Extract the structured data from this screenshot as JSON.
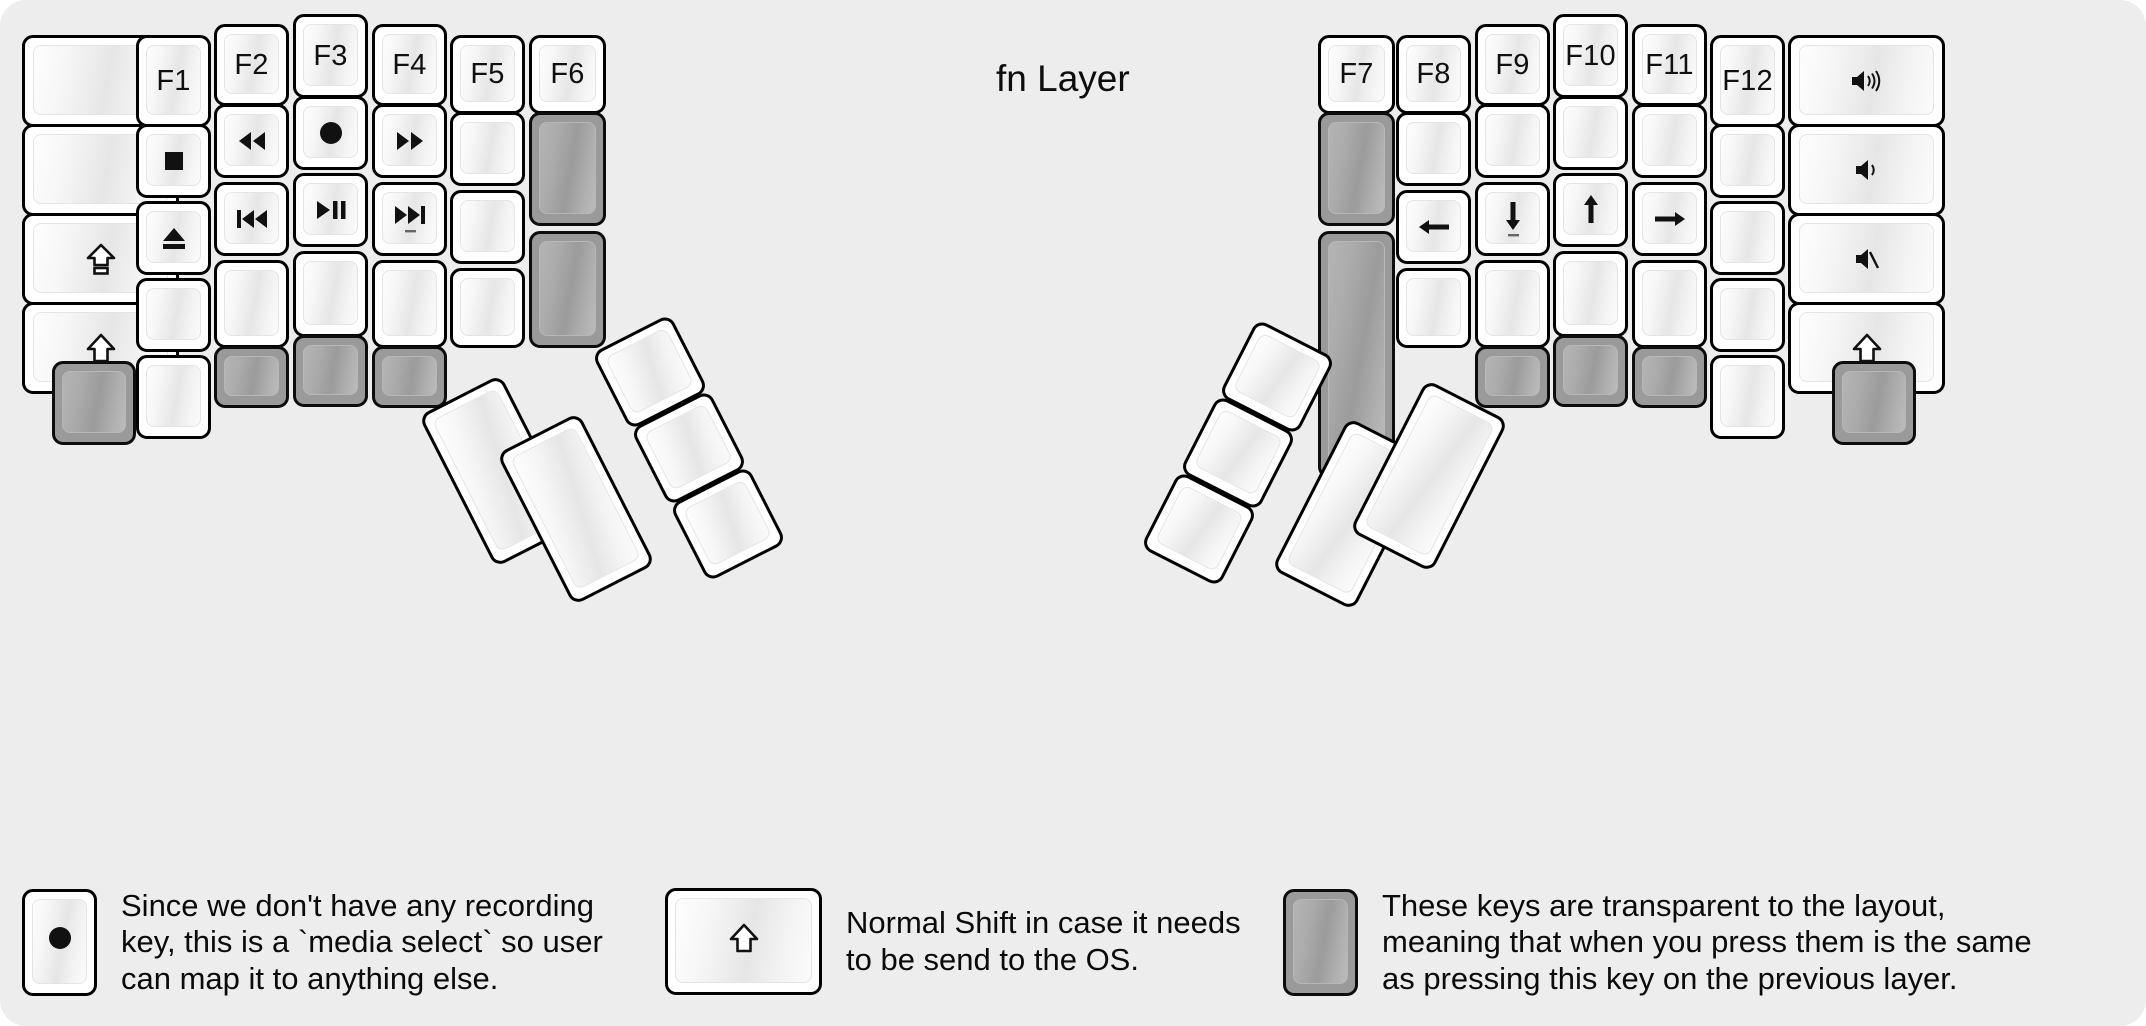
{
  "page": {
    "title": "fn Layer",
    "background_color": "#ededed",
    "key_face_color": "#ffffff",
    "transparent_key_color": "#9a9a9a",
    "outline_color": "#000000"
  },
  "left_half": {
    "columns": [
      {
        "name": "col-pinky-outer",
        "width_units": 1.5,
        "keys": [
          {
            "name": "key-blank-r1c1",
            "label": "",
            "icon": "",
            "transparent": false,
            "height_units": 1
          },
          {
            "name": "key-blank-r2c1",
            "label": "",
            "icon": "",
            "transparent": false,
            "height_units": 1
          },
          {
            "name": "key-capslock",
            "label": "",
            "icon": "caps-lock-icon",
            "transparent": false,
            "height_units": 1
          },
          {
            "name": "key-shift-left",
            "label": "",
            "icon": "shift-icon",
            "transparent": false,
            "height_units": 1
          }
        ]
      },
      {
        "name": "col-pinky",
        "keys": [
          {
            "name": "key-f1",
            "label": "F1",
            "icon": "",
            "transparent": false
          },
          {
            "name": "key-media-stop",
            "label": "",
            "icon": "media-stop-icon",
            "transparent": false
          },
          {
            "name": "key-media-eject",
            "label": "",
            "icon": "media-eject-icon",
            "transparent": false
          },
          {
            "name": "key-blank-r4c2",
            "label": "",
            "icon": "",
            "transparent": false
          },
          {
            "name": "key-blank-r5c2",
            "label": "",
            "icon": "",
            "transparent": false
          }
        ]
      },
      {
        "name": "col-ring",
        "keys": [
          {
            "name": "key-f2",
            "label": "F2",
            "icon": "",
            "transparent": false
          },
          {
            "name": "key-media-rewind",
            "label": "",
            "icon": "media-rewind-icon",
            "transparent": false
          },
          {
            "name": "key-media-previous",
            "label": "",
            "icon": "media-previous-icon",
            "transparent": false
          },
          {
            "name": "key-blank-r4c3",
            "label": "",
            "icon": "",
            "transparent": false
          },
          {
            "name": "key-transparent-r5c3",
            "label": "",
            "icon": "",
            "transparent": true
          }
        ]
      },
      {
        "name": "col-middle",
        "keys": [
          {
            "name": "key-f3",
            "label": "F3",
            "icon": "",
            "transparent": false
          },
          {
            "name": "key-media-record",
            "label": "",
            "icon": "media-record-icon",
            "transparent": false
          },
          {
            "name": "key-media-playpause",
            "label": "",
            "icon": "media-play-pause-icon",
            "transparent": false
          },
          {
            "name": "key-blank-r4c4",
            "label": "",
            "icon": "",
            "transparent": false
          },
          {
            "name": "key-transparent-r5c4",
            "label": "",
            "icon": "",
            "transparent": true
          }
        ]
      },
      {
        "name": "col-index",
        "keys": [
          {
            "name": "key-f4",
            "label": "F4",
            "icon": "",
            "transparent": false
          },
          {
            "name": "key-media-fastforward",
            "label": "",
            "icon": "media-fast-forward-icon",
            "transparent": false
          },
          {
            "name": "key-media-next",
            "label": "",
            "icon": "media-next-icon",
            "transparent": false
          },
          {
            "name": "key-blank-r4c5",
            "label": "",
            "icon": "",
            "transparent": false
          },
          {
            "name": "key-transparent-r5c5",
            "label": "",
            "icon": "",
            "transparent": true
          }
        ]
      },
      {
        "name": "col-index-inner",
        "keys": [
          {
            "name": "key-f5",
            "label": "F5",
            "icon": "",
            "transparent": false
          },
          {
            "name": "key-blank-r2c6",
            "label": "",
            "icon": "",
            "transparent": false
          },
          {
            "name": "key-blank-r3c6",
            "label": "",
            "icon": "",
            "transparent": false
          },
          {
            "name": "key-blank-r4c6",
            "label": "",
            "icon": "",
            "transparent": false
          }
        ]
      },
      {
        "name": "col-inner",
        "keys": [
          {
            "name": "key-f6",
            "label": "F6",
            "icon": "",
            "transparent": false,
            "height_units": 1
          },
          {
            "name": "key-transparent-tall-1",
            "label": "",
            "icon": "",
            "transparent": true,
            "height_units": 1.5
          },
          {
            "name": "key-transparent-tall-2",
            "label": "",
            "icon": "",
            "transparent": true,
            "height_units": 1.5
          }
        ]
      }
    ],
    "thumb_cluster": [
      {
        "name": "thumb-left-big-1",
        "label": "",
        "icon": "",
        "transparent": false
      },
      {
        "name": "thumb-left-big-2",
        "label": "",
        "icon": "",
        "transparent": false
      },
      {
        "name": "thumb-left-small-top",
        "label": "",
        "icon": "",
        "transparent": false
      },
      {
        "name": "thumb-left-small-mid",
        "label": "",
        "icon": "",
        "transparent": false
      },
      {
        "name": "thumb-left-small-bottom",
        "label": "",
        "icon": "",
        "transparent": false
      }
    ]
  },
  "right_half": {
    "columns": [
      {
        "name": "col-inner-r",
        "keys": [
          {
            "name": "key-f7",
            "label": "F7",
            "icon": "",
            "transparent": false,
            "height_units": 1
          },
          {
            "name": "key-transparent-tall-3",
            "label": "",
            "icon": "",
            "transparent": true,
            "height_units": 1.5
          },
          {
            "name": "key-transparent-tall-4",
            "label": "",
            "icon": "",
            "transparent": true,
            "height_units": 1.5
          }
        ]
      },
      {
        "name": "col-index-inner-r",
        "keys": [
          {
            "name": "key-f8",
            "label": "F8",
            "icon": "",
            "transparent": false
          },
          {
            "name": "key-blank-r2c8",
            "label": "",
            "icon": "",
            "transparent": false
          },
          {
            "name": "key-arrow-left",
            "label": "",
            "icon": "arrow-left-icon",
            "transparent": false
          },
          {
            "name": "key-blank-r4c8",
            "label": "",
            "icon": "",
            "transparent": false
          }
        ]
      },
      {
        "name": "col-index-r",
        "keys": [
          {
            "name": "key-f9",
            "label": "F9",
            "icon": "",
            "transparent": false
          },
          {
            "name": "key-blank-r2c9",
            "label": "",
            "icon": "",
            "transparent": false
          },
          {
            "name": "key-arrow-down",
            "label": "",
            "icon": "arrow-down-icon",
            "transparent": false
          },
          {
            "name": "key-blank-r4c9",
            "label": "",
            "icon": "",
            "transparent": false
          },
          {
            "name": "key-transparent-r5c9",
            "label": "",
            "icon": "",
            "transparent": true
          }
        ]
      },
      {
        "name": "col-middle-r",
        "keys": [
          {
            "name": "key-f10",
            "label": "F10",
            "icon": "",
            "transparent": false
          },
          {
            "name": "key-blank-r2c10",
            "label": "",
            "icon": "",
            "transparent": false
          },
          {
            "name": "key-arrow-up",
            "label": "",
            "icon": "arrow-up-icon",
            "transparent": false
          },
          {
            "name": "key-blank-r4c10",
            "label": "",
            "icon": "",
            "transparent": false
          },
          {
            "name": "key-transparent-r5c10",
            "label": "",
            "icon": "",
            "transparent": true
          }
        ]
      },
      {
        "name": "col-ring-r",
        "keys": [
          {
            "name": "key-f11",
            "label": "F11",
            "icon": "",
            "transparent": false
          },
          {
            "name": "key-blank-r2c11",
            "label": "",
            "icon": "",
            "transparent": false
          },
          {
            "name": "key-arrow-right",
            "label": "",
            "icon": "arrow-right-icon",
            "transparent": false
          },
          {
            "name": "key-blank-r4c11",
            "label": "",
            "icon": "",
            "transparent": false
          },
          {
            "name": "key-transparent-r5c11",
            "label": "",
            "icon": "",
            "transparent": true
          }
        ]
      },
      {
        "name": "col-pinky-r",
        "keys": [
          {
            "name": "key-f12",
            "label": "F12",
            "icon": "",
            "transparent": false
          },
          {
            "name": "key-blank-r2c12",
            "label": "",
            "icon": "",
            "transparent": false
          },
          {
            "name": "key-blank-r3c12",
            "label": "",
            "icon": "",
            "transparent": false
          },
          {
            "name": "key-blank-r4c12",
            "label": "",
            "icon": "",
            "transparent": false
          },
          {
            "name": "key-blank-r5c12",
            "label": "",
            "icon": "",
            "transparent": false
          }
        ]
      },
      {
        "name": "col-pinky-outer-r",
        "width_units": 1.5,
        "keys": [
          {
            "name": "key-volume-up",
            "label": "",
            "icon": "volume-up-icon",
            "transparent": false
          },
          {
            "name": "key-volume-down",
            "label": "",
            "icon": "volume-down-icon",
            "transparent": false
          },
          {
            "name": "key-volume-mute",
            "label": "",
            "icon": "volume-mute-icon",
            "transparent": false
          },
          {
            "name": "key-shift-right",
            "label": "",
            "icon": "shift-icon",
            "transparent": false
          },
          {
            "name": "key-transparent-r5c13",
            "label": "",
            "icon": "",
            "transparent": true
          }
        ]
      }
    ],
    "thumb_cluster": [
      {
        "name": "thumb-right-small-top",
        "label": "",
        "icon": "",
        "transparent": false
      },
      {
        "name": "thumb-right-small-mid",
        "label": "",
        "icon": "",
        "transparent": false
      },
      {
        "name": "thumb-right-small-bottom",
        "label": "",
        "icon": "",
        "transparent": false
      },
      {
        "name": "thumb-right-big-1",
        "label": "",
        "icon": "",
        "transparent": false
      },
      {
        "name": "thumb-right-big-2",
        "label": "",
        "icon": "",
        "transparent": false
      }
    ]
  },
  "legend": [
    {
      "key_icon": "media-record-icon",
      "transparent": false,
      "text": "Since we don't have any recording\nkey, this is a `media select` so user\ncan map it to anything else."
    },
    {
      "key_icon": "shift-icon",
      "transparent": false,
      "text": "Normal Shift in case it needs\nto be send to the OS."
    },
    {
      "key_icon": "",
      "transparent": true,
      "text": "These keys are transparent to the layout,\nmeaning that when you press them is the same\nas pressing this key on the previous layer."
    }
  ]
}
